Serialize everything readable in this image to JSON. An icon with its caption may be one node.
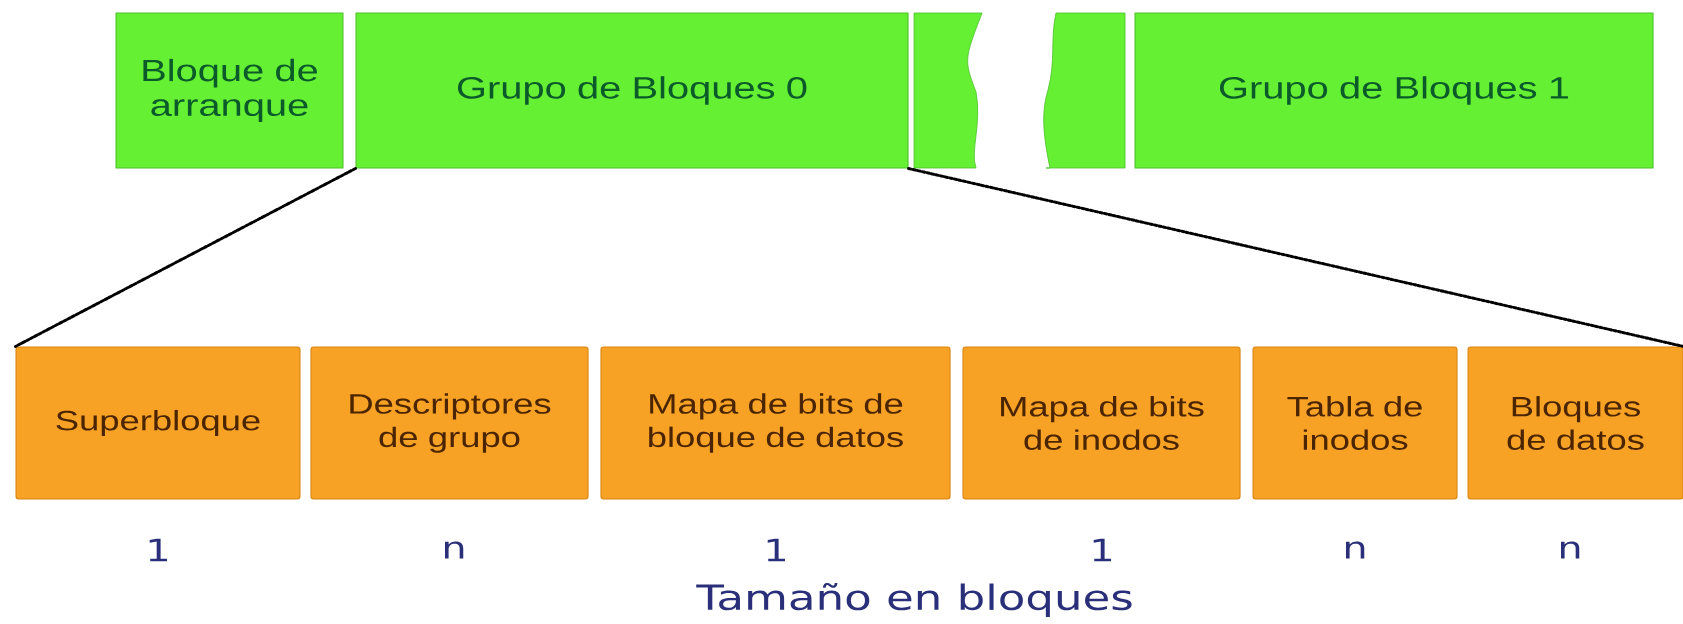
{
  "diagram": {
    "nodes": [
      {
        "text": [
          "Bloque de arranque"
        ]
      },
      {
        "text": [
          "Grupo de Bloques 0"
        ]
      },
      {
        "text": [],
        "shape": "box"
      },
      {
        "text": [],
        "shape": "box"
      },
      {
        "text": [
          "Grupo de Bloques 1"
        ]
      },
      {
        "text": [
          "Superbloque"
        ]
      },
      {
        "text": [
          "Descriptores de grupo"
        ]
      },
      {
        "text": [
          "Mapa de bits de bloque de datos"
        ]
      },
      {
        "text": [
          "Mapa de bits de inodos"
        ]
      },
      {
        "text": [
          "Tabla de inodos"
        ]
      },
      {
        "text": [
          "Bloques de datos"
        ]
      }
    ],
    "edges": [
      {
        "from": 1,
        "to": 5,
        "arrow": "none",
        "style": "dashed"
      },
      {
        "from": 1,
        "to": 10,
        "arrow": "none",
        "style": "dashed"
      }
    ],
    "labels": [
      "1",
      "n",
      "1",
      "1",
      "n",
      "n",
      "Tamaño en bloques"
    ]
  }
}
